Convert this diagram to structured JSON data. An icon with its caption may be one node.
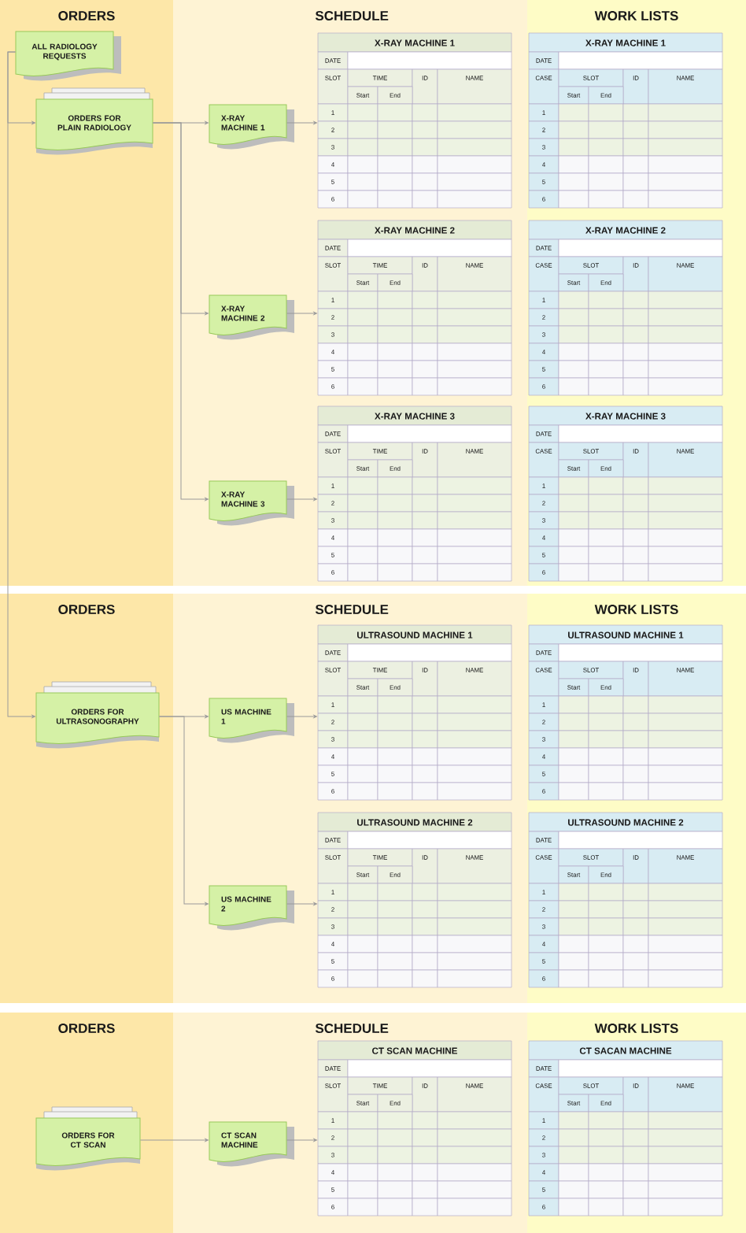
{
  "diagram": {
    "nodes": [
      {
        "text": [
          "ORDERS"
        ]
      },
      {
        "text": [
          "ALL RADIOLOGY REQUESTS"
        ],
        "in": 0
      },
      {
        "text": [
          "ORDERS FOR PLAIN RADIOLOGY"
        ],
        "in": 0
      },
      {
        "text": [
          "SCHEDULE"
        ]
      },
      {
        "text": [
          "X-RAY MACHINE 1"
        ],
        "in": 3
      },
      {
        "text": [
          "X-RAY MACHINE 1",
          "DATE",
          "SLOT",
          "TIME",
          "ID",
          "NAME",
          "Start",
          "End",
          "1",
          "2",
          "3",
          "4",
          "5",
          "6"
        ],
        "in": 3
      },
      {
        "text": [
          "X-RAY MACHINE 2"
        ],
        "in": 3
      },
      {
        "text": [
          "X-RAY MACHINE 2",
          "DATE",
          "SLOT",
          "TIME",
          "ID",
          "NAME",
          "Start",
          "End",
          "1",
          "2",
          "3",
          "4",
          "5",
          "6"
        ],
        "in": 3
      },
      {
        "text": [
          "X-RAY MACHINE 3"
        ],
        "in": 3
      },
      {
        "text": [
          "X-RAY MACHINE 3",
          "DATE",
          "SLOT",
          "TIME",
          "ID",
          "NAME",
          "Start",
          "End",
          "1",
          "2",
          "3",
          "4",
          "5",
          "6"
        ],
        "in": 3
      },
      {
        "text": [
          "WORK LISTS"
        ]
      },
      {
        "text": [
          "X-RAY MACHINE 1",
          "DATE",
          "CASE",
          "SLOT",
          "ID",
          "NAME",
          "Start",
          "End",
          "1",
          "2",
          "3",
          "4",
          "5",
          "6"
        ],
        "in": 10
      },
      {
        "text": [
          "X-RAY MACHINE 2",
          "DATE",
          "CASE",
          "SLOT",
          "ID",
          "NAME",
          "Start",
          "End",
          "1",
          "2",
          "3",
          "4",
          "5",
          "6"
        ],
        "in": 10
      },
      {
        "text": [
          "X-RAY MACHINE 3",
          "DATE",
          "CASE",
          "SLOT",
          "ID",
          "NAME",
          "Start",
          "End",
          "1",
          "2",
          "3",
          "4",
          "5",
          "6"
        ],
        "in": 10
      },
      {
        "text": [
          "ORDERS"
        ]
      },
      {
        "text": [
          "ORDERS FOR ULTRASONOGRAPHY"
        ],
        "in": 14
      },
      {
        "text": [
          "SCHEDULE"
        ]
      },
      {
        "text": [
          "US MACHINE 1"
        ],
        "in": 16
      },
      {
        "text": [
          "ULTRASOUND MACHINE 1",
          "DATE",
          "SLOT",
          "TIME",
          "ID",
          "NAME",
          "Start",
          "End",
          "1",
          "2",
          "3",
          "4",
          "5",
          "6"
        ],
        "in": 16
      },
      {
        "text": [
          "US MACHINE 2"
        ],
        "in": 16
      },
      {
        "text": [
          "ULTRASOUND MACHINE 2",
          "DATE",
          "SLOT",
          "TIME",
          "ID",
          "NAME",
          "Start",
          "End",
          "1",
          "2",
          "3",
          "4",
          "5",
          "6"
        ],
        "in": 16
      },
      {
        "text": [
          "WORK LISTS"
        ]
      },
      {
        "text": [
          "ULTRASOUND MACHINE 1",
          "DATE",
          "CASE",
          "SLOT",
          "ID",
          "NAME",
          "Start",
          "End",
          "1",
          "2",
          "3",
          "4",
          "5",
          "6"
        ],
        "in": 21
      },
      {
        "text": [
          "ULTRASOUND MACHINE 2",
          "DATE",
          "CASE",
          "SLOT",
          "ID",
          "NAME",
          "Start",
          "End",
          "1",
          "2",
          "3",
          "4",
          "5",
          "6"
        ],
        "in": 21
      },
      {
        "text": [
          "ORDERS"
        ]
      },
      {
        "text": [
          "ORDERS FOR CT SCAN"
        ],
        "in": 24
      },
      {
        "text": [
          "SCHEDULE"
        ]
      },
      {
        "text": [
          "CT SCAN MACHINE"
        ],
        "in": 26
      },
      {
        "text": [
          "CT SCAN MACHINE",
          "DATE",
          "SLOT",
          "TIME",
          "ID",
          "NAME",
          "Start",
          "End",
          "1",
          "2",
          "3",
          "4",
          "5",
          "6"
        ],
        "in": 26
      },
      {
        "text": [
          "WORK LISTS"
        ]
      },
      {
        "text": [
          "CT SACAN MACHINE",
          "DATE",
          "CASE",
          "SLOT",
          "ID",
          "NAME",
          "Start",
          "End",
          "1",
          "2",
          "3",
          "4",
          "5",
          "6"
        ],
        "in": 29
      }
    ],
    "edges": [
      {
        "from": 1,
        "to": 2,
        "arrow": "to"
      },
      {
        "from": 1,
        "to": 15,
        "arrow": "to"
      },
      {
        "from": 2,
        "to": 4,
        "arrow": "to"
      },
      {
        "from": 2,
        "to": 6,
        "arrow": "to"
      },
      {
        "from": 2,
        "to": 8,
        "arrow": "to"
      },
      {
        "from": 4,
        "to": 5,
        "arrow": "to"
      },
      {
        "from": 6,
        "to": 7,
        "arrow": "to"
      },
      {
        "from": 8,
        "to": 9,
        "arrow": "to"
      },
      {
        "from": 15,
        "to": 17,
        "arrow": "to"
      },
      {
        "from": 15,
        "to": 19,
        "arrow": "to"
      },
      {
        "from": 17,
        "to": 18,
        "arrow": "to"
      },
      {
        "from": 19,
        "to": 20,
        "arrow": "to"
      },
      {
        "from": 25,
        "to": 27,
        "arrow": "to"
      },
      {
        "from": 27,
        "to": 28,
        "arrow": "to"
      }
    ]
  }
}
